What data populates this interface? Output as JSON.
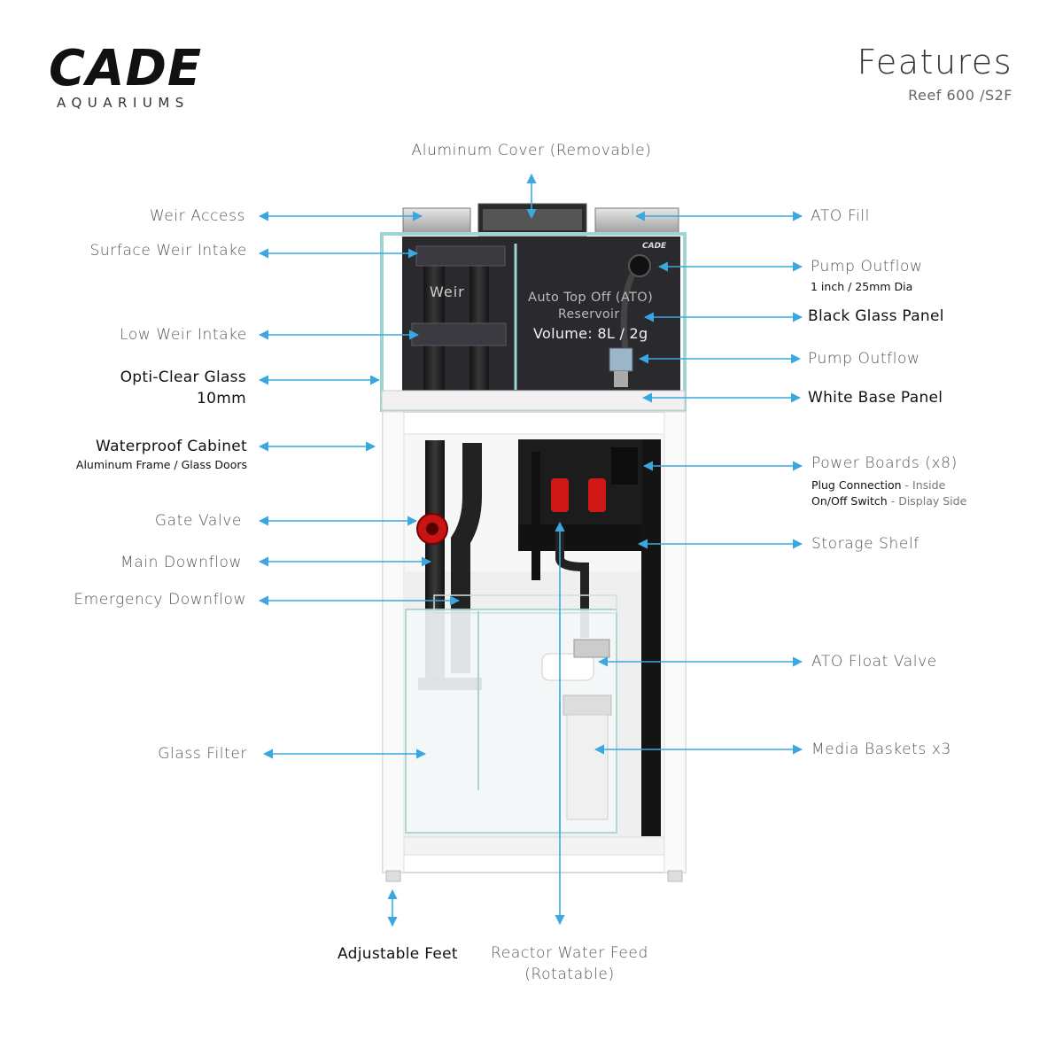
{
  "header": {
    "brand": "CADE",
    "brand_sub": "AQUARIUMS",
    "title": "Features",
    "model": "Reef 600 /S2F"
  },
  "tank_text": {
    "logo_small": "CADE",
    "weir": "Weir",
    "ato_line1": "Auto Top Off (ATO)",
    "ato_line2": "Reservoir",
    "ato_volume": "Volume: 8L / 2g"
  },
  "labels": {
    "aluminum_cover": "Aluminum Cover (Removable)",
    "weir_access": "Weir Access",
    "surface_weir_intake": "Surface Weir Intake",
    "low_weir_intake": "Low Weir Intake",
    "opti_clear_line1": "Opti-Clear Glass",
    "opti_clear_line2": "10mm",
    "waterproof_cabinet": "Waterproof Cabinet",
    "waterproof_cabinet_sub": "Aluminum Frame / Glass Doors",
    "gate_valve": "Gate Valve",
    "main_downflow": "Main Downflow",
    "emergency_downflow": "Emergency Downflow",
    "glass_filter": "Glass Filter",
    "adjustable_feet": "Adjustable Feet",
    "reactor_line1": "Reactor Water Feed",
    "reactor_line2": "(Rotatable)",
    "ato_fill": "ATO Fill",
    "pump_outflow_1": "Pump Outflow",
    "pump_outflow_1_sub": "1 inch / 25mm Dia",
    "black_glass_panel": "Black Glass Panel",
    "pump_outflow_2": "Pump Outflow",
    "white_base_panel": "White Base Panel",
    "power_boards": "Power Boards (x8)",
    "power_sub1_bold": "Plug Connection",
    "power_sub1_rest": " - Inside",
    "power_sub2_bold": "On/Off Switch",
    "power_sub2_rest": " - Display Side",
    "storage_shelf": "Storage Shelf",
    "ato_float_valve": "ATO Float Valve",
    "media_baskets": "Media Baskets x3"
  },
  "colors": {
    "arrow": "#3aa8e0",
    "tank_dark": "#2a2a2e",
    "glass_edge": "#9fd4d4",
    "valve_red": "#d01818"
  }
}
